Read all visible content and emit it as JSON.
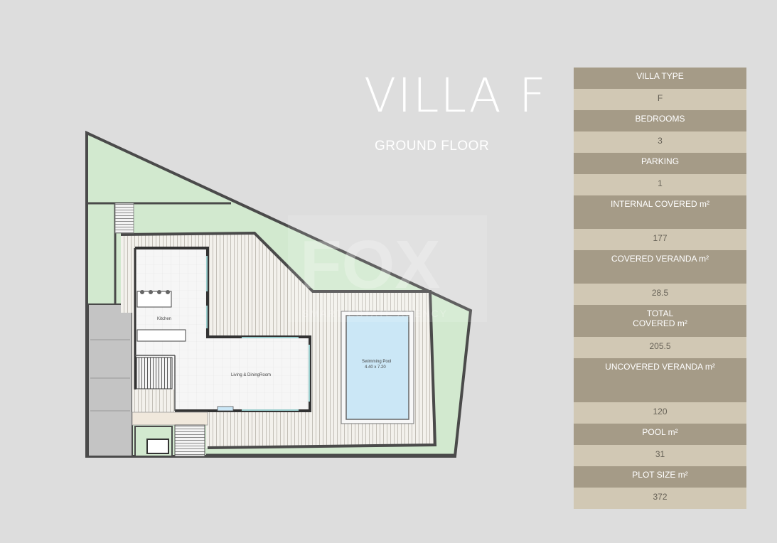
{
  "heading": {
    "title": "VILLA F",
    "subtitle": "GROUND FLOOR"
  },
  "specs": [
    {
      "label": "VILLA TYPE",
      "value": "F"
    },
    {
      "label": "BEDROOMS",
      "value": "3"
    },
    {
      "label": "PARKING",
      "value": "1"
    },
    {
      "label": "INTERNAL  COVERED m²",
      "value": "177"
    },
    {
      "label": "COVERED  VERANDA m²",
      "value": "28.5"
    },
    {
      "label": "TOTAL\nCOVERED m²",
      "value": "205.5"
    },
    {
      "label": "UNCOVERED  VERANDA m²",
      "value": "120"
    },
    {
      "label": "POOL m²",
      "value": "31"
    },
    {
      "label": "PLOT SIZE m²",
      "value": "372"
    }
  ],
  "floor_plan": {
    "rooms": {
      "kitchen": "Kitchen",
      "living": "Living & DiningRoom",
      "pool": "Swimming Pool",
      "pool_size": "4.40 x 7.20"
    },
    "watermark": {
      "logo": "FOX",
      "tagline": "SMART ESTATE AGENCY"
    }
  },
  "colors": {
    "background": "#dddddd",
    "table_header": "#a59b87",
    "table_value": "#d1c8b4",
    "garden": "#d2e9cf",
    "pool_water": "#cbe7f6",
    "walls": "#4a4a4a"
  }
}
